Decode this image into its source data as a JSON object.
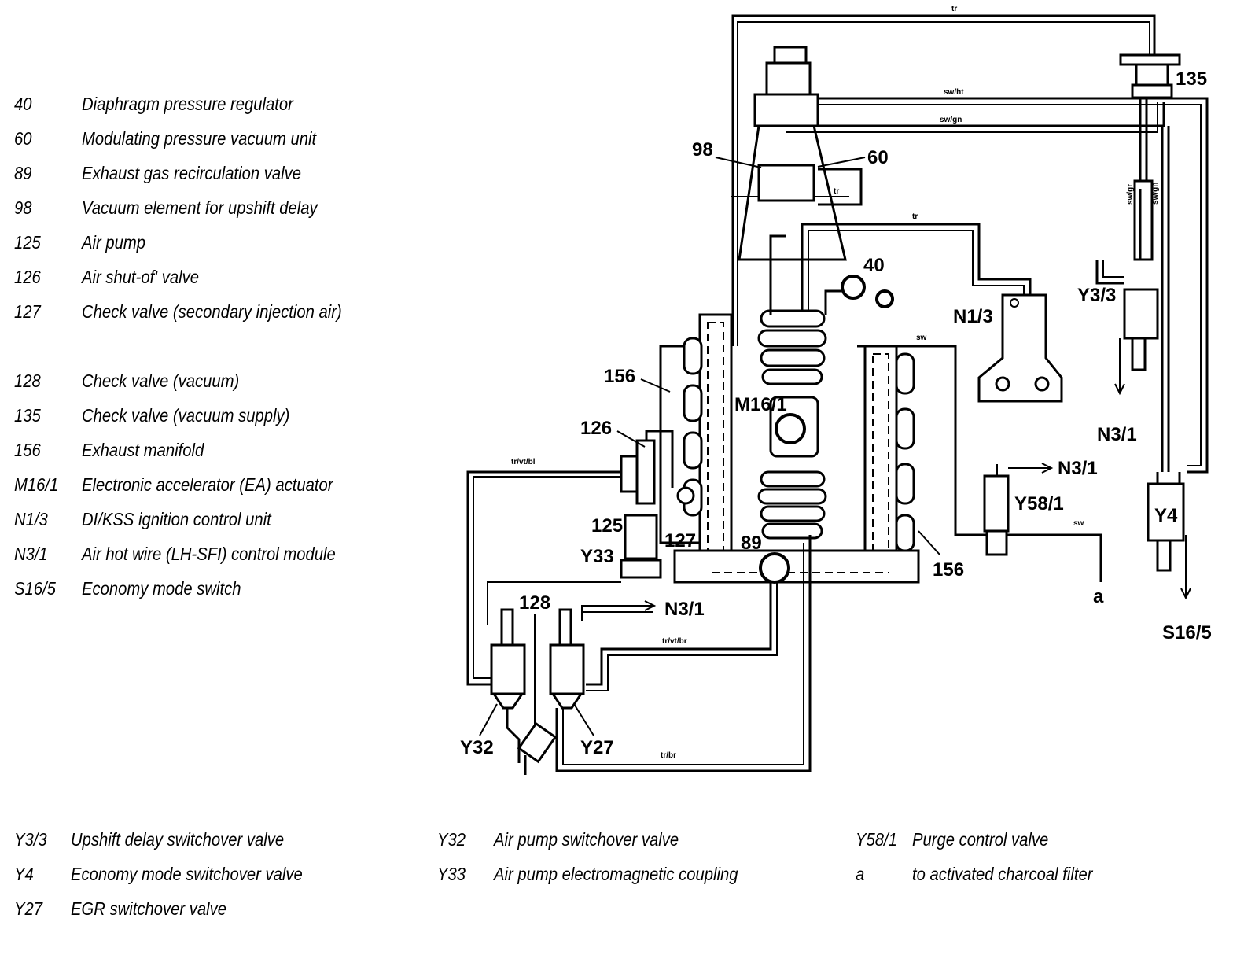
{
  "legend_top": [
    {
      "code": "40",
      "desc": "Diaphragm pressure regulator"
    },
    {
      "code": "60",
      "desc": "Modulating pressure vacuum unit"
    },
    {
      "code": "89",
      "desc": "Exhaust gas recirculation valve"
    },
    {
      "code": "98",
      "desc": "Vacuum element for upshift delay"
    },
    {
      "code": "125",
      "desc": "Air pump"
    },
    {
      "code": "126",
      "desc": "Air shut-of' valve"
    },
    {
      "code": "127",
      "desc": "Check valve (secondary injection air)"
    },
    {
      "code": "128",
      "desc": "Check valve (vacuum)"
    },
    {
      "code": "135",
      "desc": "Check valve (vacuum supply)"
    },
    {
      "code": "156",
      "desc": "Exhaust manifold"
    },
    {
      "code": "M16/1",
      "desc": "Electronic accelerator (EA) actuator"
    },
    {
      "code": "N1/3",
      "desc": "DI/KSS ignition control unit"
    },
    {
      "code": "N3/1",
      "desc": "Air hot wire (LH-SFI) control module"
    },
    {
      "code": "S16/5",
      "desc": "Economy mode switch"
    }
  ],
  "legend_bottom": {
    "col1": [
      {
        "code": "Y3/3",
        "desc": "Upshift delay switchover valve"
      },
      {
        "code": "Y4",
        "desc": "Economy mode switchover valve"
      },
      {
        "code": "Y27",
        "desc": "EGR switchover valve"
      }
    ],
    "col2": [
      {
        "code": "Y32",
        "desc": "Air pump switchover valve"
      },
      {
        "code": "Y33",
        "desc": "Air pump electromagnetic coupling"
      }
    ],
    "col3": [
      {
        "code": "Y58/1",
        "desc": "Purge control valve"
      },
      {
        "code": "a",
        "desc": "to activated charcoal filter"
      }
    ]
  },
  "callouts": {
    "c135": "135",
    "c98": "98",
    "c60": "60",
    "c40": "40",
    "cN13": "N1/3",
    "cY33v": "Y3/3",
    "c156a": "156",
    "c126": "126",
    "cM161": "M16/1",
    "cN31a": "N3/1",
    "cN31b": "N3/1",
    "cN31c": "N3/1",
    "cY581": "Y58/1",
    "cY4": "Y4",
    "c125": "125",
    "c127": "127",
    "c89": "89",
    "c156b": "156",
    "cY33": "Y33",
    "c128": "128",
    "cY32": "Y32",
    "cY27": "Y27",
    "cS165": "S16/5",
    "ca": "a"
  },
  "hose_labels": {
    "h_top": "tr",
    "h_swht": "sw/ht",
    "h_swgn": "sw/gn",
    "h_tr": "tr",
    "h_tr2": "tr",
    "h_sw": "sw",
    "h_swgr": "sw/gr",
    "h_swgn2": "sw/gn",
    "h_trvtbl": "tr/vt/bl",
    "h_trvtbr": "tr/vt/br",
    "h_trbr": "tr/br",
    "h_sw2": "sw"
  }
}
